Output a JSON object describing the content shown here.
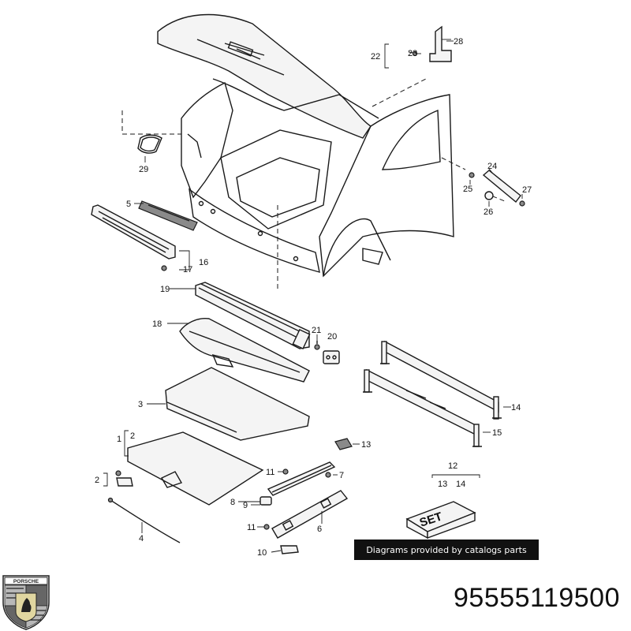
{
  "callouts": {
    "c1": "1",
    "c2": "2",
    "c3": "3",
    "c4": "4",
    "c5": "5",
    "c6": "6",
    "c7": "7",
    "c8": "8",
    "c9": "9",
    "c10": "10",
    "c11": "11",
    "c12": "12",
    "c13": "13",
    "c14": "14",
    "c15": "15",
    "c16": "16",
    "c17": "17",
    "c18": "18",
    "c19": "19",
    "c20": "20",
    "c21": "21",
    "c22": "22",
    "c23": "23",
    "c24": "24",
    "c25": "25",
    "c26": "26",
    "c27": "27",
    "c28": "28",
    "c29": "29"
  },
  "set_box_label": "SET",
  "credit": "Diagrams provided by catalogs parts",
  "part_number": "95555119500",
  "logo_text": "PORSCHE"
}
